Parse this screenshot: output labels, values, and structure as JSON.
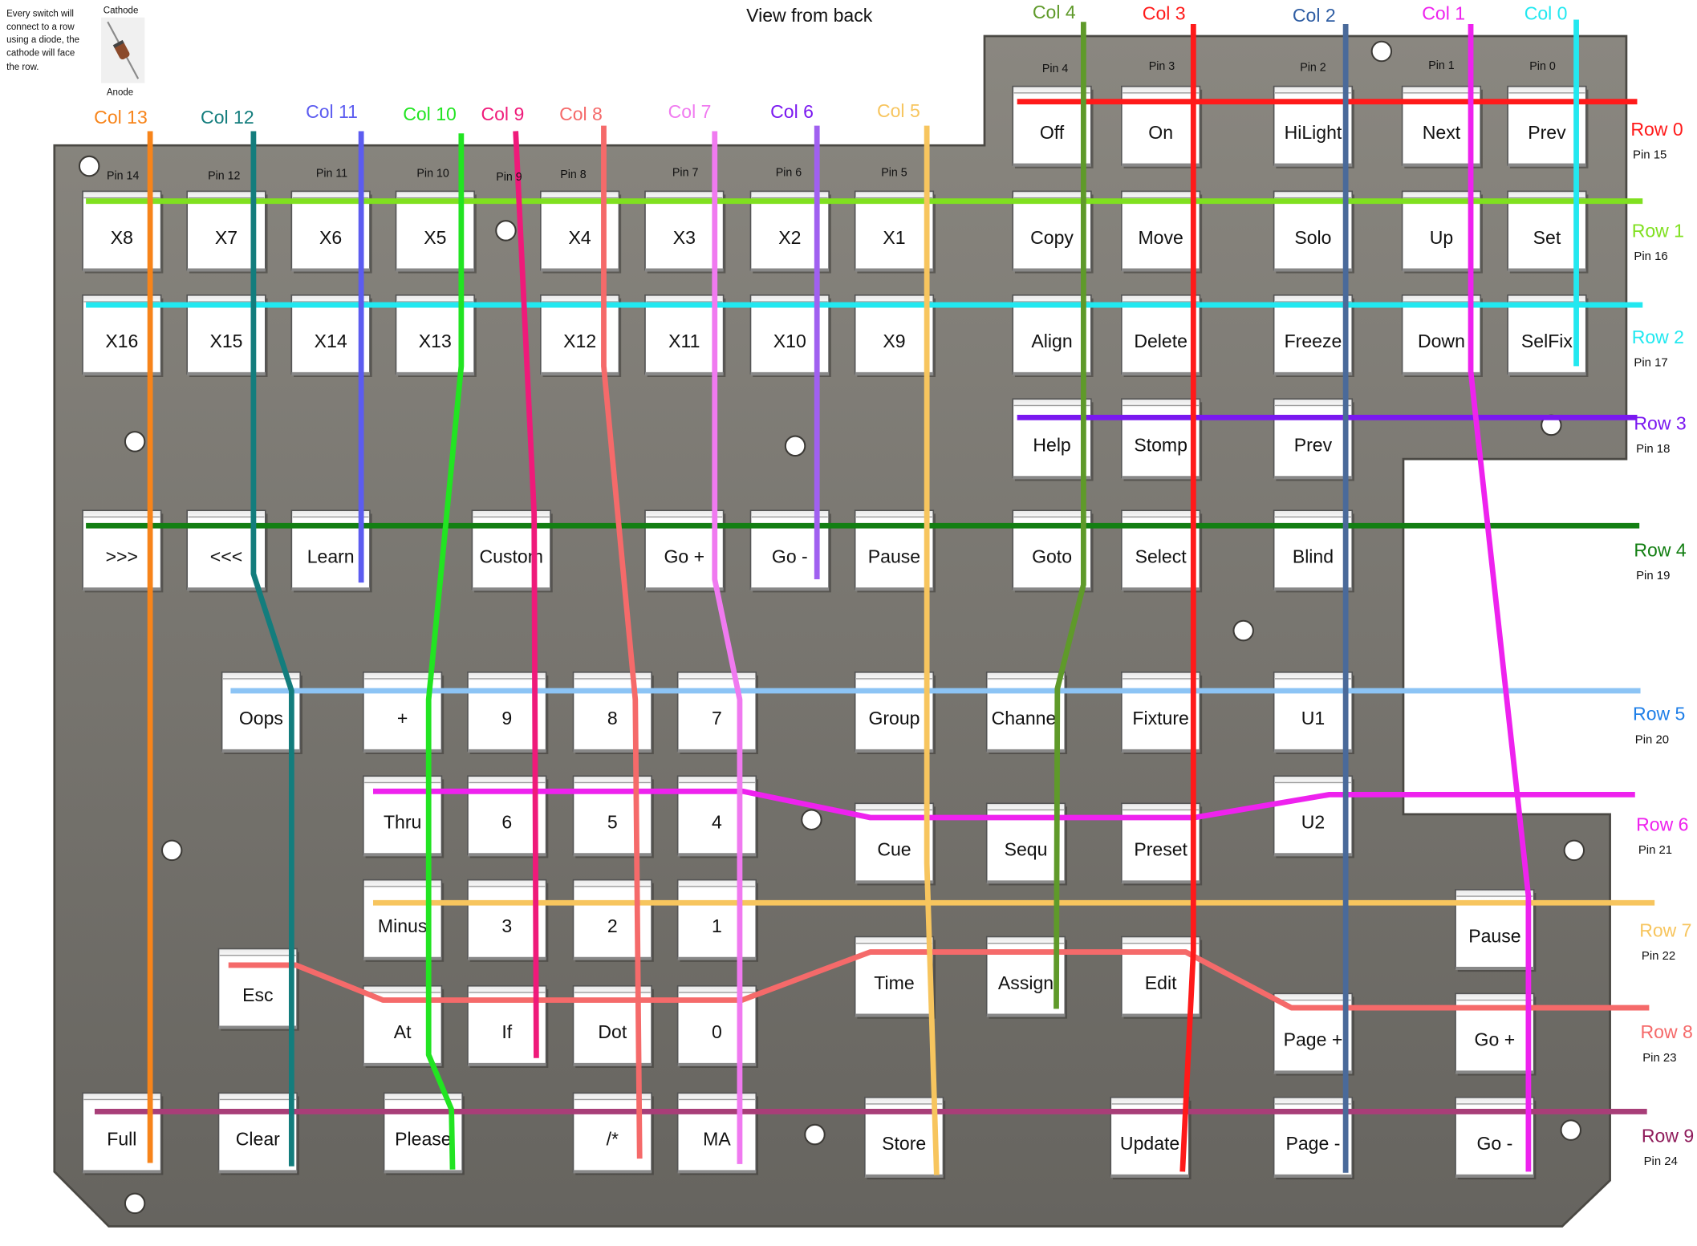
{
  "title": "View from back",
  "note": {
    "lines": [
      "Every switch will",
      "connect to a row",
      "using a diode, the",
      "cathode will face",
      "the row."
    ],
    "cathode_label": "Cathode",
    "anode_label": "Anode"
  },
  "rows": [
    {
      "label": "Row 0",
      "pin": "Pin 15",
      "color": "#ff1a1a"
    },
    {
      "label": "Row 1",
      "pin": "Pin 16",
      "color": "#80e020"
    },
    {
      "label": "Row 2",
      "pin": "Pin 17",
      "color": "#22e8f0"
    },
    {
      "label": "Row 3",
      "pin": "Pin 18",
      "color": "#7a18f0"
    },
    {
      "label": "Row 4",
      "pin": "Pin 19",
      "color": "#137f13"
    },
    {
      "label": "Row 5",
      "pin": "Pin 20",
      "color": "#1f7fe8"
    },
    {
      "label": "Row 6",
      "pin": "Pin 21",
      "color": "#ee22ee"
    },
    {
      "label": "Row 7",
      "pin": "Pin 22",
      "color": "#f7c55e"
    },
    {
      "label": "Row 8",
      "pin": "Pin 23",
      "color": "#f56a6a"
    },
    {
      "label": "Row 9",
      "pin": "Pin 24",
      "color": "#8f1c5b"
    }
  ],
  "row_line_colors": [
    "#ff1a1a",
    "#80e020",
    "#22e8f0",
    "#7a18f0",
    "#137f13",
    "#8cc4f5",
    "#ee22ee",
    "#f7c55e",
    "#f56a6a",
    "#a83e78"
  ],
  "cols": [
    {
      "label": "Col 0",
      "color": "#22e8f0"
    },
    {
      "label": "Col 1",
      "color": "#ee22ee"
    },
    {
      "label": "Col 2",
      "color": "#2e5da3"
    },
    {
      "label": "Col 3",
      "color": "#ff1a1a"
    },
    {
      "label": "Col 4",
      "color": "#5f9a2a"
    },
    {
      "label": "Col 5",
      "color": "#f7c55e"
    },
    {
      "label": "Col 6",
      "color": "#7a18f0"
    },
    {
      "label": "Col 7",
      "color": "#f07af0"
    },
    {
      "label": "Col 8",
      "color": "#f56a6a"
    },
    {
      "label": "Col 9",
      "color": "#ef1a7a"
    },
    {
      "label": "Col 10",
      "color": "#22e422"
    },
    {
      "label": "Col 11",
      "color": "#5c5cf0"
    },
    {
      "label": "Col 12",
      "color": "#137d7d"
    },
    {
      "label": "Col 13",
      "color": "#f7841a"
    }
  ],
  "col_line_colors": [
    "#22e8f0",
    "#ee22ee",
    "#4a6a9a",
    "#ff1a1a",
    "#5f9a2a",
    "#f7c55e",
    "#a060f0",
    "#f07af0",
    "#f56a6a",
    "#ef1a7a",
    "#22e422",
    "#5c5cf0",
    "#137d7d",
    "#f7841a"
  ],
  "top_pins": [
    {
      "label": "Pin 14",
      "pos": "col13"
    },
    {
      "label": "Pin 12",
      "pos": "col12"
    },
    {
      "label": "Pin 11",
      "pos": "col11"
    },
    {
      "label": "Pin 10",
      "pos": "col10"
    },
    {
      "label": "Pin 9",
      "pos": "col9"
    },
    {
      "label": "Pin 8",
      "pos": "col8"
    },
    {
      "label": "Pin 7",
      "pos": "col7"
    },
    {
      "label": "Pin 6",
      "pos": "col6"
    },
    {
      "label": "Pin 5",
      "pos": "col5"
    },
    {
      "label": "Pin 4",
      "pos": "col4"
    },
    {
      "label": "Pin 3",
      "pos": "col3"
    },
    {
      "label": "Pin 2",
      "pos": "col2"
    },
    {
      "label": "Pin 1",
      "pos": "col1"
    },
    {
      "label": "Pin 0",
      "pos": "col0"
    }
  ],
  "keys": [
    "Off",
    "On",
    "HiLight",
    "Next",
    "Prev",
    "X8",
    "X7",
    "X6",
    "X5",
    "X4",
    "X3",
    "X2",
    "X1",
    "Copy",
    "Move",
    "Solo",
    "Up",
    "Set",
    "X16",
    "X15",
    "X14",
    "X13",
    "X12",
    "X11",
    "X10",
    "X9",
    "Align",
    "Delete",
    "Freeze",
    "Down",
    "SelFix",
    "Help",
    "Stomp",
    "Prev",
    ">>>",
    "<<<",
    "Learn",
    "Custom",
    "Go +",
    "Go -",
    "Pause",
    "Goto",
    "Select",
    "Blind",
    "Oops",
    "+",
    "9",
    "8",
    "7",
    "Group",
    "Channel",
    "Fixture",
    "U1",
    "Thru",
    "6",
    "5",
    "4",
    "Cue",
    "Sequ",
    "Preset",
    "U2",
    "Minus",
    "3",
    "2",
    "1",
    "Pause",
    "Esc",
    "At",
    "If",
    "Dot",
    "0",
    "Time",
    "Assign",
    "Edit",
    "Page +",
    "Go +",
    "Full",
    "Clear",
    "Please",
    "/*",
    "MA",
    "Store",
    "Update",
    "Page -",
    "Go -"
  ]
}
